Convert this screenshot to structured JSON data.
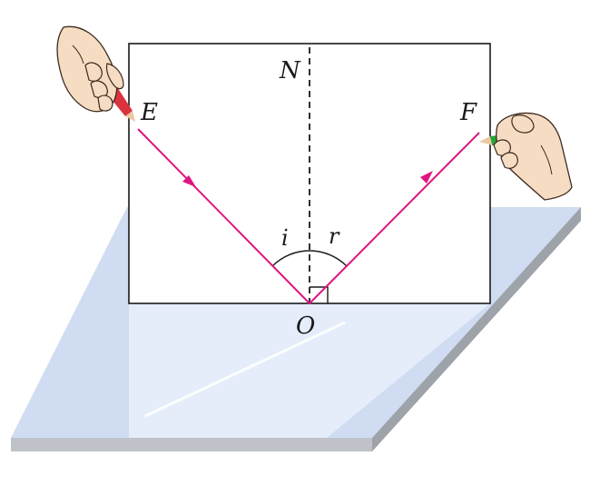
{
  "labels": {
    "normal": "N",
    "point_e": "E",
    "point_f": "F",
    "incidence_point": "O",
    "incidence_angle": "i",
    "reflection_angle": "r"
  },
  "colors": {
    "ray": "#e0147f",
    "board_stroke": "#1a1a1a",
    "mirror_top": "#cfdcf2",
    "mirror_light": "#eaf0fb",
    "mirror_side": "#bfc3c9",
    "mirror_side_dark": "#9ea3aa",
    "skin": "#f6dcc2",
    "skin_outline": "#3b2a20",
    "pencil_green": "#27a33a",
    "pencil_red": "#d9333f"
  },
  "icons": {
    "left_hand": "hand-holding-red-pencil-icon",
    "right_hand": "hand-holding-green-pencil-icon",
    "incident_arrow": "arrow-down-right-icon",
    "reflected_arrow": "arrow-up-right-icon",
    "right_angle": "right-angle-marker-icon"
  }
}
